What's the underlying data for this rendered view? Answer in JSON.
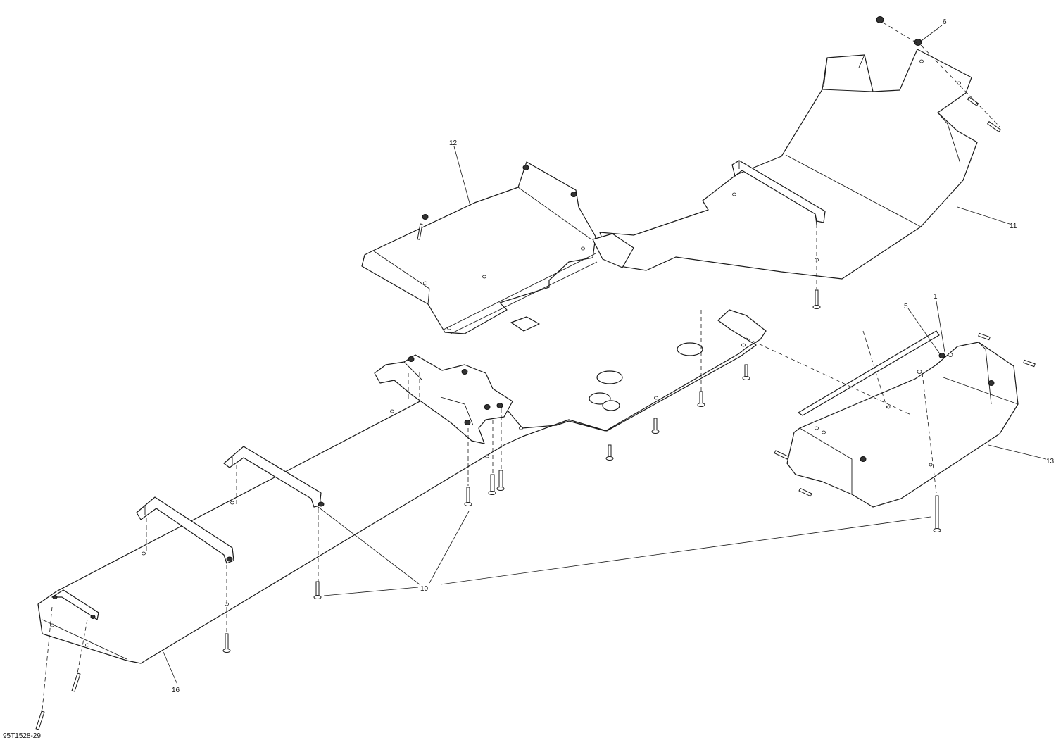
{
  "drawing": {
    "code": "95T1528-29",
    "callouts": {
      "c1": "1",
      "c5": "5",
      "c6": "6",
      "c10": "10",
      "c11": "11",
      "c12": "12",
      "c13": "13",
      "c16": "16"
    }
  },
  "colors": {
    "line": "#1a1a1a",
    "background": "#ffffff"
  }
}
